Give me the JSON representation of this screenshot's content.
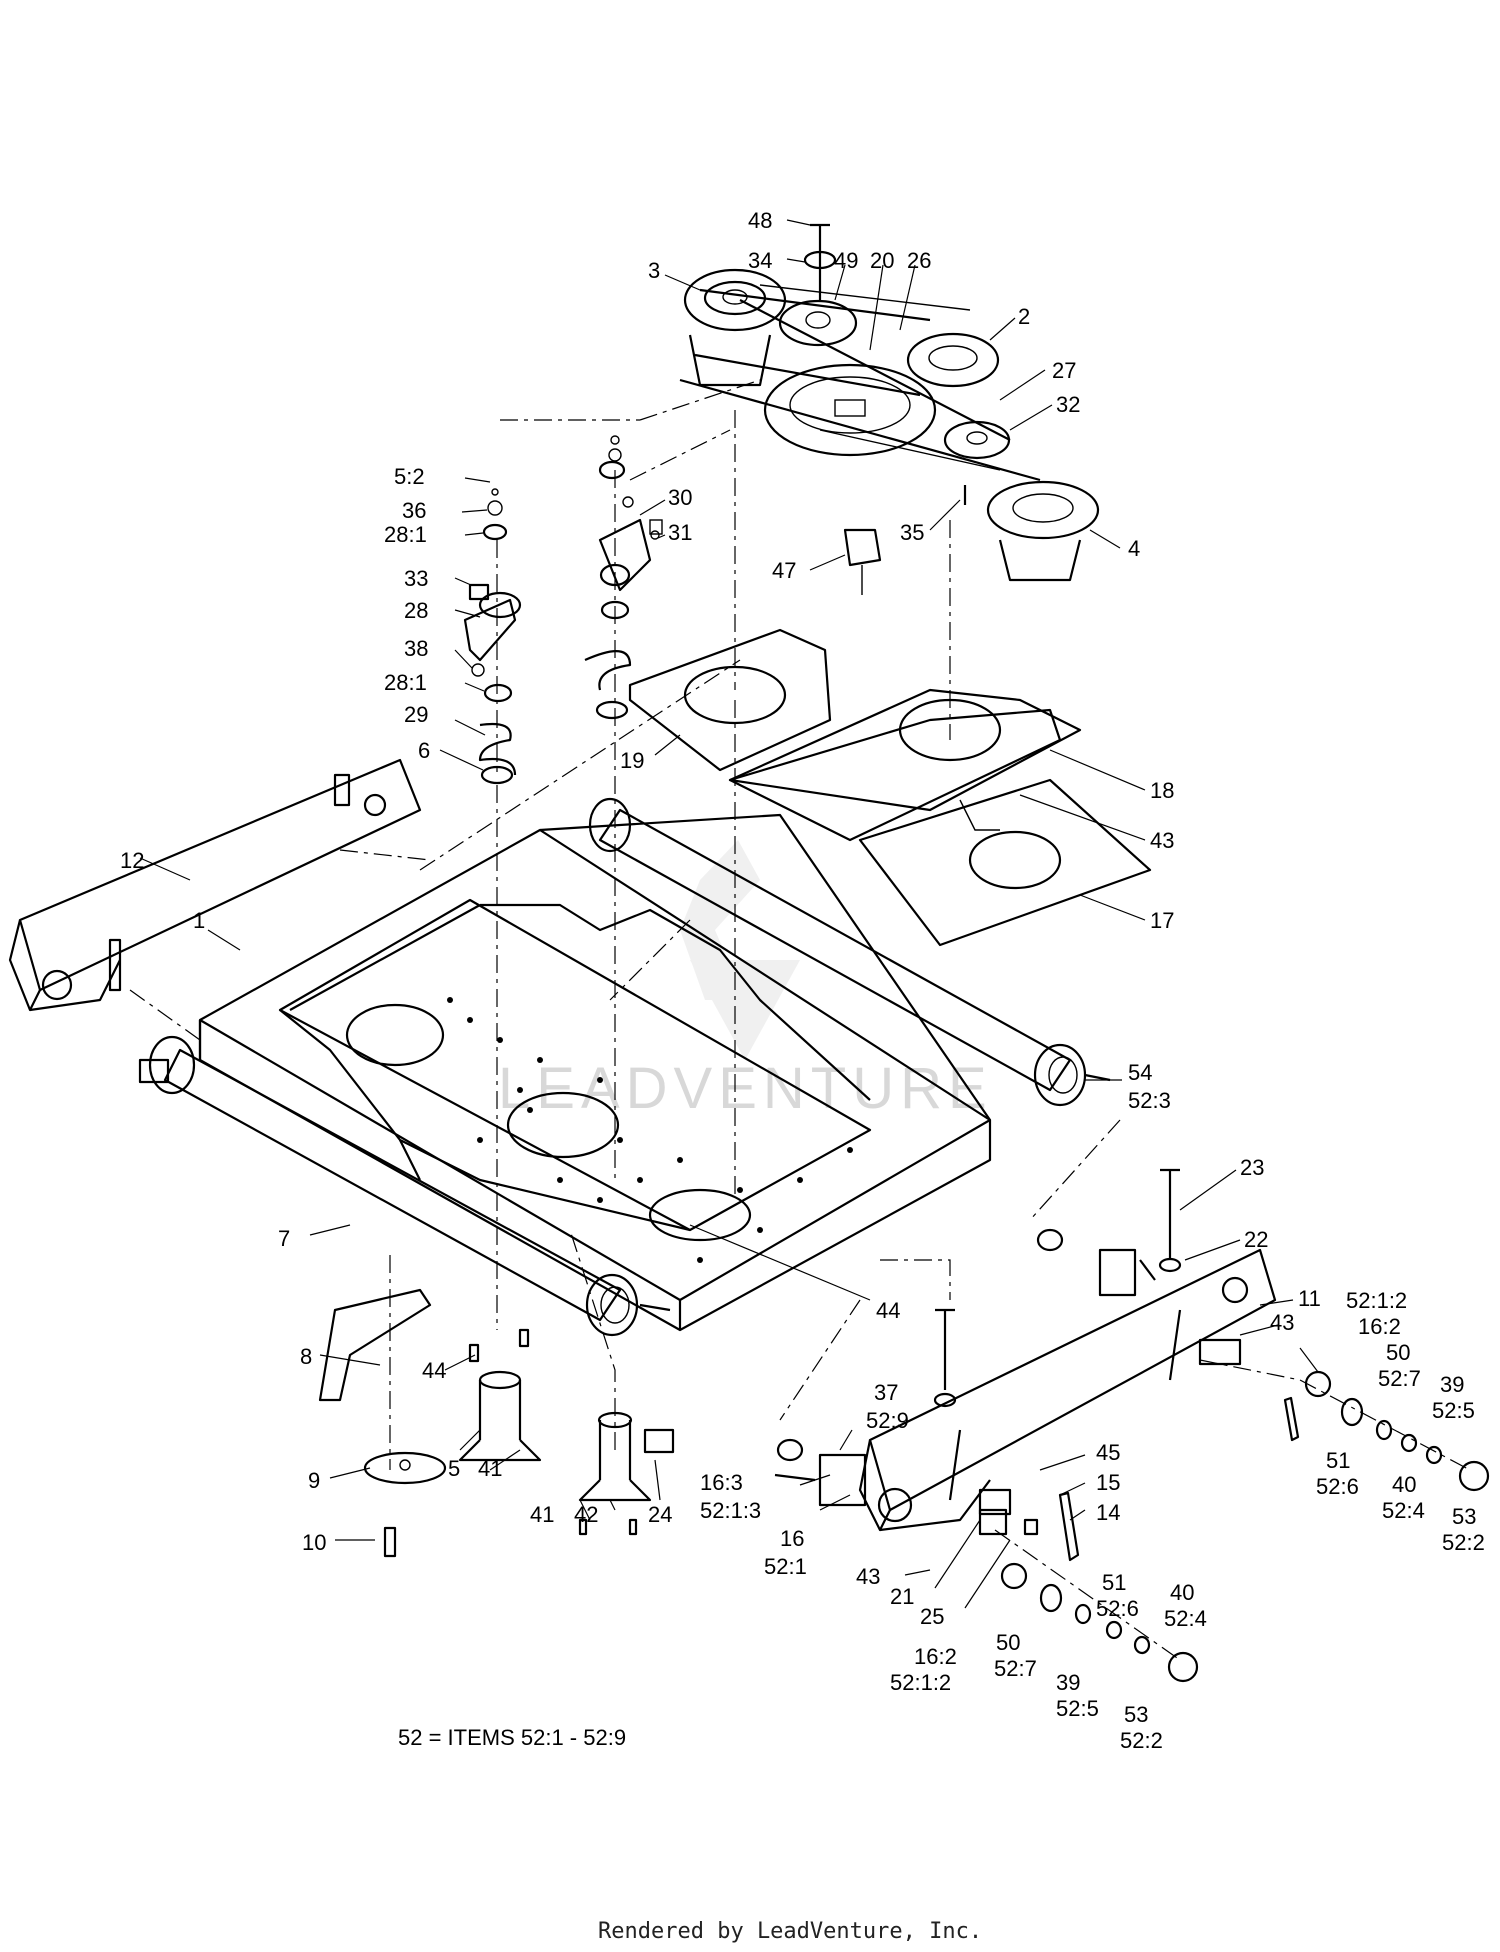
{
  "labels": {
    "l48": "48",
    "l34": "34",
    "l49": "49",
    "l20": "20",
    "l26": "26",
    "l3": "3",
    "l2": "2",
    "l27": "27",
    "l32": "32",
    "l35": "35",
    "l4": "4",
    "l47": "47",
    "l30": "30",
    "l31": "31",
    "l5_2": "5:2",
    "l36": "36",
    "l28_1a": "28:1",
    "l33": "33",
    "l28": "28",
    "l38": "38",
    "l28_1b": "28:1",
    "l29": "29",
    "l6": "6",
    "l19": "19",
    "l18": "18",
    "l43a": "43",
    "l17": "17",
    "l12": "12",
    "l1": "1",
    "l54": "54",
    "l52_3": "52:3",
    "l23": "23",
    "l22": "22",
    "l11": "11",
    "l7": "7",
    "l44a": "44",
    "l8": "8",
    "l44b": "44",
    "l5": "5",
    "l41a": "41",
    "l9": "9",
    "l10": "10",
    "l41b": "41",
    "l42": "42",
    "l24": "24",
    "l37": "37",
    "l52_9": "52:9",
    "l16_3": "16:3",
    "l52_1_3": "52:1:3",
    "l16": "16",
    "l52_1": "52:1",
    "l43b": "43",
    "l21": "21",
    "l25": "25",
    "l45": "45",
    "l15": "15",
    "l14": "14",
    "l52_1_2a": "52:1:2",
    "l16_2a": "16:2",
    "l43c": "43",
    "l50a": "50",
    "l52_7a": "52:7",
    "l39a": "39",
    "l52_5a": "52:5",
    "l51a": "51",
    "l52_6a": "52:6",
    "l40a": "40",
    "l52_4a": "52:4",
    "l53a": "53",
    "l52_2a": "52:2",
    "l16_2b": "16:2",
    "l52_1_2b": "52:1:2",
    "l50b": "50",
    "l52_7b": "52:7",
    "l51b": "51",
    "l52_6b": "52:6",
    "l39b": "39",
    "l52_5b": "52:5",
    "l40b": "40",
    "l52_4b": "52:4",
    "l53b": "53",
    "l52_2b": "52:2"
  },
  "note": "52 = ITEMS 52:1 - 52:9",
  "footer": "Rendered by LeadVenture, Inc.",
  "watermark": "LEADVENTURE"
}
